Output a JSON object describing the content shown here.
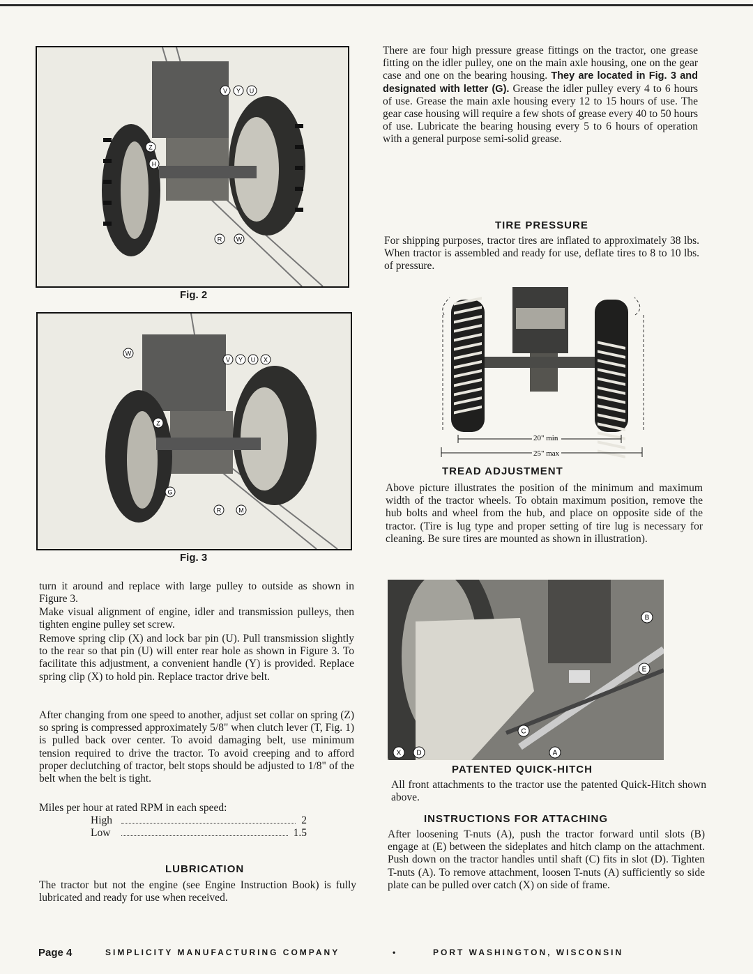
{
  "figures": {
    "fig2": {
      "caption": "Fig. 2",
      "labels": [
        "V",
        "Y",
        "U",
        "Z",
        "H",
        "R",
        "W"
      ]
    },
    "fig3": {
      "caption": "Fig. 3",
      "labels": [
        "W",
        "V",
        "Y",
        "U",
        "X",
        "Z",
        "G",
        "R",
        "M"
      ]
    }
  },
  "left_column": {
    "paragraphs": [
      "turn it around and replace with large pulley to outside as shown in Figure 3.",
      "Make visual alignment of engine, idler and transmission pulleys, then tighten engine pulley set screw.",
      "Remove spring clip (X) and lock bar pin (U). Pull transmission slightly to the rear so that pin (U) will enter rear hole as shown in Figure 3. To facilitate this adjustment, a convenient handle (Y) is provided. Replace spring clip (X) to hold pin. Replace tractor drive belt.",
      "After changing from one speed to another, adjust set collar on spring (Z) so spring is compressed approximately 5/8\" when clutch lever (T, Fig. 1) is pulled back over center. To avoid damaging belt, use minimum tension required to drive the tractor. To avoid creeping and to afford proper declutching of tractor, belt stops should be adjusted to 1/8\" of the belt when the belt is tight.",
      "Miles per hour at rated RPM in each speed:"
    ],
    "speeds": [
      {
        "label": "High",
        "value": "2"
      },
      {
        "label": "Low",
        "value": "1.5"
      }
    ],
    "lubrication": {
      "heading": "LUBRICATION",
      "text": "The tractor but not the engine (see Engine Instruction Book) is fully lubricated and ready for use when received."
    }
  },
  "right_column": {
    "grease_text_a": "There are four high pressure grease fittings on the tractor, one grease fitting on the idler pulley, one on the main axle housing, one on the gear case and one on the bearing housing.",
    "grease_bold": "They are located in Fig. 3 and designated with letter (G).",
    "grease_text_b": "Grease the idler pulley every 4 to 6 hours of use. Grease the main axle housing every 12 to 15 hours of use. The gear case housing will require a few shots of grease every 40 to 50 hours of use. Lubricate the bearing housing every 5 to 6 hours of operation with a general purpose semi-solid grease.",
    "tire_pressure": {
      "heading": "TIRE PRESSURE",
      "text": "For shipping purposes, tractor tires are inflated to approximately 38 lbs. When tractor is assembled and ready for use, deflate tires to 8 to 10 lbs. of pressure."
    },
    "tread_diagram": {
      "min_label": "20\" min",
      "max_label": "25\" max"
    },
    "tread_adjustment": {
      "heading": "TREAD ADJUSTMENT",
      "text": "Above picture illustrates the position of the minimum and maximum width of the tractor wheels. To obtain maximum position, remove the hub bolts and wheel from the hub, and place on opposite side of the tractor. (Tire is lug type and proper setting of tire lug is necessary for cleaning. Be sure tires are mounted as shown in illustration)."
    },
    "quick_hitch_photo": {
      "labels": [
        "B",
        "E",
        "C",
        "X",
        "D",
        "A"
      ]
    },
    "quick_hitch": {
      "heading": "PATENTED QUICK-HITCH",
      "text": "All front attachments to the tractor use the patented Quick-Hitch shown above."
    },
    "attaching": {
      "heading": "INSTRUCTIONS FOR ATTACHING",
      "text": "After loosening T-nuts (A), push the tractor forward until slots (B) engage at (E) between the sideplates and hitch clamp on the attachment. Push down on the tractor handles until shaft (C) fits in slot (D). Tighten T-nuts (A). To remove attachment, loosen T-nuts (A) sufficiently so side plate can be pulled over catch (X) on side of frame."
    }
  },
  "footer": {
    "page": "Page 4",
    "company": "SIMPLICITY MANUFACTURING COMPANY",
    "bullet": "•",
    "location": "PORT WASHINGTON, WISCONSIN"
  }
}
